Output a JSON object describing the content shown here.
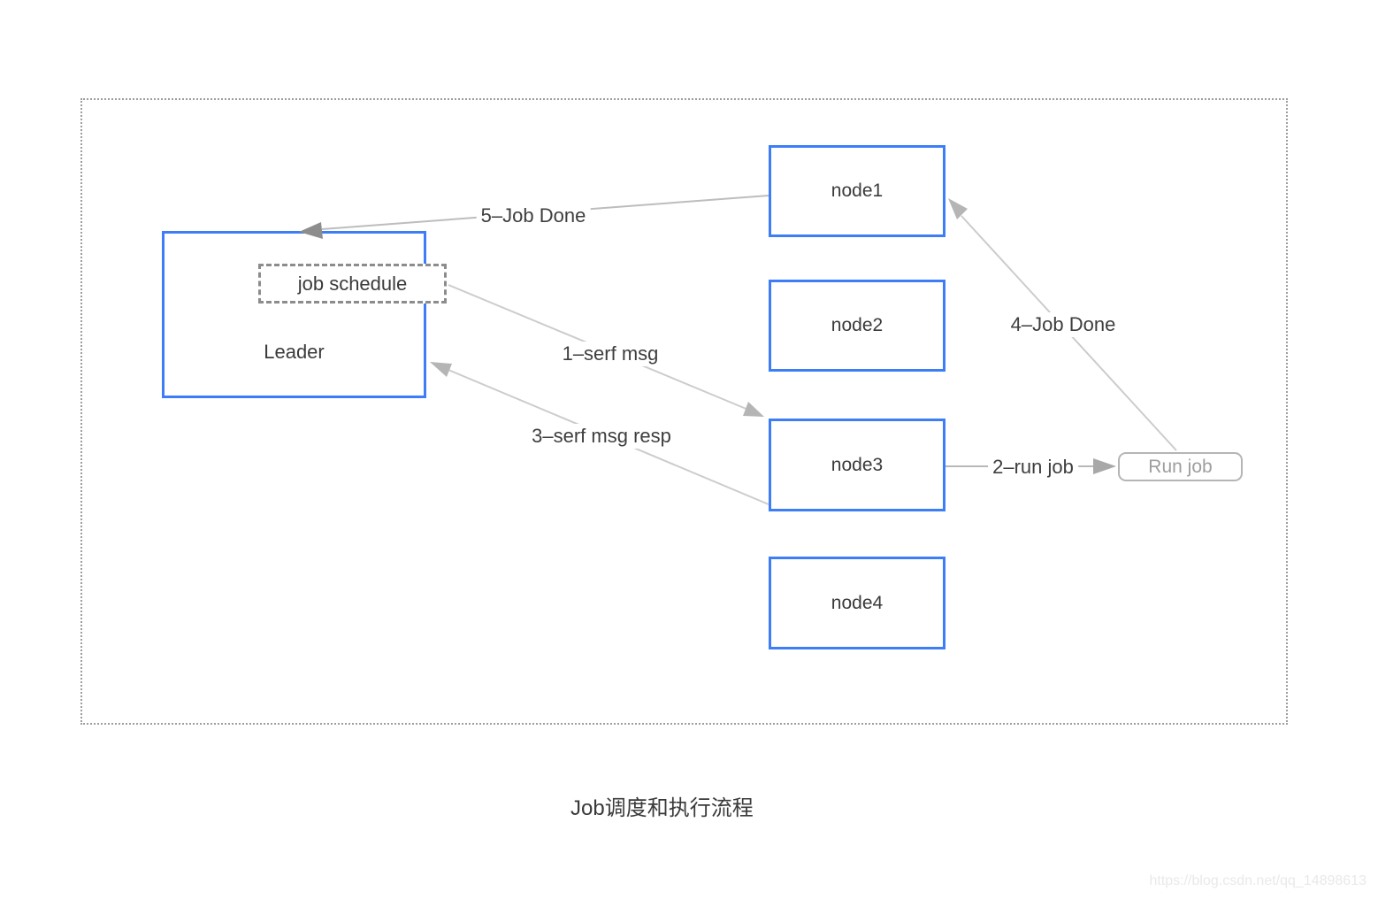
{
  "diagram": {
    "caption": "Job调度和执行流程",
    "watermark": "https://blog.csdn.net/qq_14898613",
    "colors": {
      "node_border_blue": "#3d7ef7",
      "edge_line_gray": "#c6c6c6",
      "arrowhead_gray": "#b0b0b0",
      "arrowhead_dark_gray": "#8d8d8d",
      "dashed_border_gray": "#8c8c8c",
      "dotted_boundary_gray": "#9e9e9e",
      "muted_text_gray": "#9e9e9e",
      "label_text": "#3e3e3e"
    },
    "nodes": {
      "leader": "Leader",
      "job_schedule": "job schedule",
      "node1": "node1",
      "node2": "node2",
      "node3": "node3",
      "node4": "node4",
      "run_job": "Run job"
    },
    "edges": {
      "serf_msg": "1–serf msg",
      "run_job": "2–run job",
      "serf_msg_resp": "3–serf msg resp",
      "job_done_4": "4–Job Done",
      "job_done_5": "5–Job Done"
    }
  }
}
